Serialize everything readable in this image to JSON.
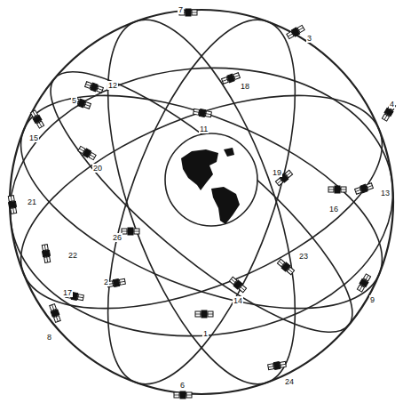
{
  "diagram": {
    "labels": [
      "7",
      "3",
      "12",
      "5",
      "18",
      "15",
      "11",
      "20",
      "4",
      "19",
      "13",
      "16",
      "21",
      "26",
      "22",
      "23",
      "17",
      "2",
      "14",
      "9",
      "8",
      "1",
      "24",
      "6"
    ]
  }
}
